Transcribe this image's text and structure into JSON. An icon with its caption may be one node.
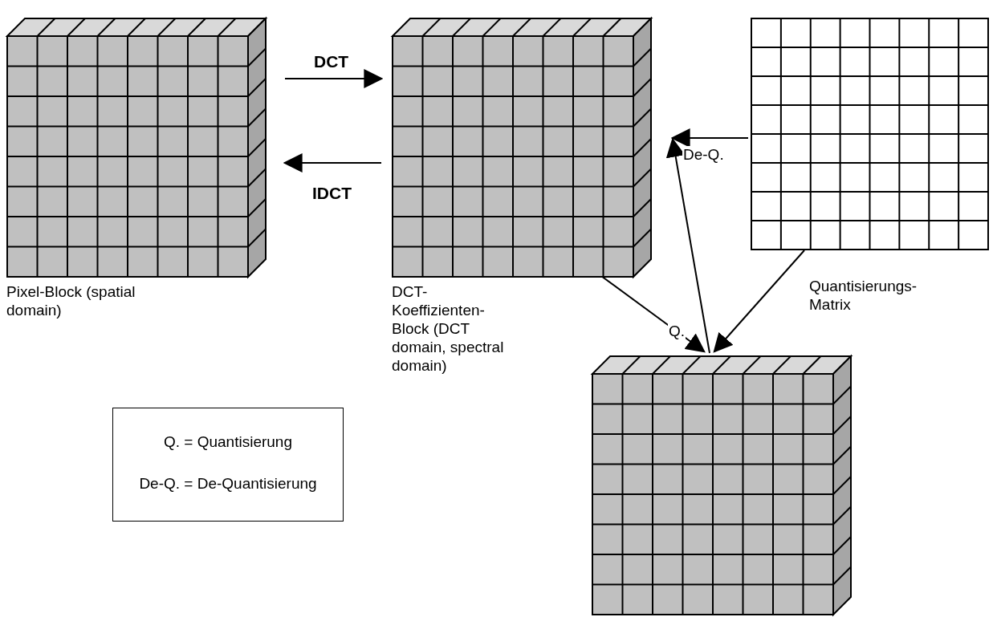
{
  "diagram": {
    "nodes": [
      {
        "text": [
          "Pixel-Block (spatial domain)"
        ]
      },
      {
        "text": [
          "DCT- Koeffizienten- Block (DCT domain, spectral domain)"
        ]
      },
      {
        "text": [
          "Quantisierungs- Matrix"
        ]
      },
      {
        "text": [],
        "shape": "picture"
      },
      {
        "text": [
          "Q. = Quantisierung",
          "De-Q. = De-Quantisierung"
        ]
      }
    ],
    "edges": [
      {
        "from": 0,
        "to": 1,
        "label": "DCT",
        "arrow": "to"
      },
      {
        "from": 1,
        "to": 0,
        "label": "IDCT",
        "arrow": "to"
      },
      {
        "from": 1,
        "to": 3,
        "label": "Q.",
        "arrow": "to"
      },
      {
        "from": 2,
        "to": 3,
        "arrow": "to"
      },
      {
        "from": 3,
        "to": 1,
        "label": "De-Q.",
        "arrow": "to"
      },
      {
        "from": 2,
        "to": 1,
        "arrow": "to"
      }
    ]
  }
}
